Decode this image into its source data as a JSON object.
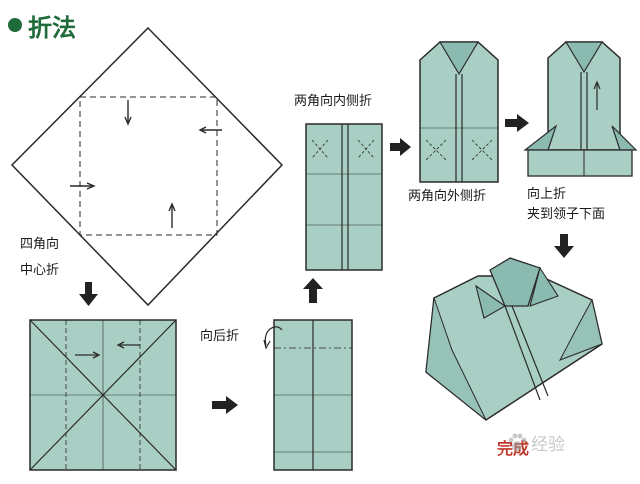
{
  "title": "折法",
  "steps": {
    "fold_corners_to_center": [
      "四角向",
      "中心折"
    ],
    "fold_back": "向后折",
    "fold_two_corners_in": "两角向内侧折",
    "fold_two_corners_out": "两角向外侧折",
    "fold_up": [
      "向上折",
      "夹到领子下面"
    ],
    "done": "完成"
  },
  "watermark": "经验",
  "colors": {
    "paper": "#a9cfc5",
    "paper_dark": "#8bbab0",
    "outline": "#2a2a2a",
    "title_green": "#1f6b3a",
    "done_red": "#c0392b"
  }
}
